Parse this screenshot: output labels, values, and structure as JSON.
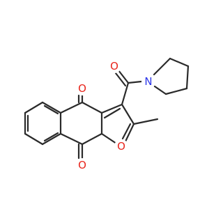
{
  "molecule": {
    "atoms": {
      "o_carbonyl_top": {
        "symbol": "O",
        "color": "#e8251c"
      },
      "o_carbonyl_bottom": {
        "symbol": "O",
        "color": "#e8251c"
      },
      "o_furan": {
        "symbol": "O",
        "color": "#e8251c"
      },
      "o_amide": {
        "symbol": "O",
        "color": "#e8251c"
      },
      "n_pyrrolidine": {
        "symbol": "N",
        "color": "#2b35e8"
      }
    },
    "bond_color": "#2a2a2a"
  }
}
